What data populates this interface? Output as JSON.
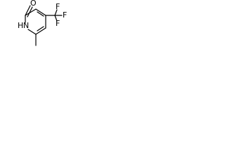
{
  "diagram": {
    "type": "chemical-structure",
    "atom_labels": {
      "oxygen": "O",
      "nitrogen_h": "H",
      "nitrogen": "N",
      "fluorine_top": "F",
      "fluorine_right": "F",
      "fluorine_bottom": "F"
    },
    "line_color": "#000000",
    "background": "#ffffff"
  }
}
